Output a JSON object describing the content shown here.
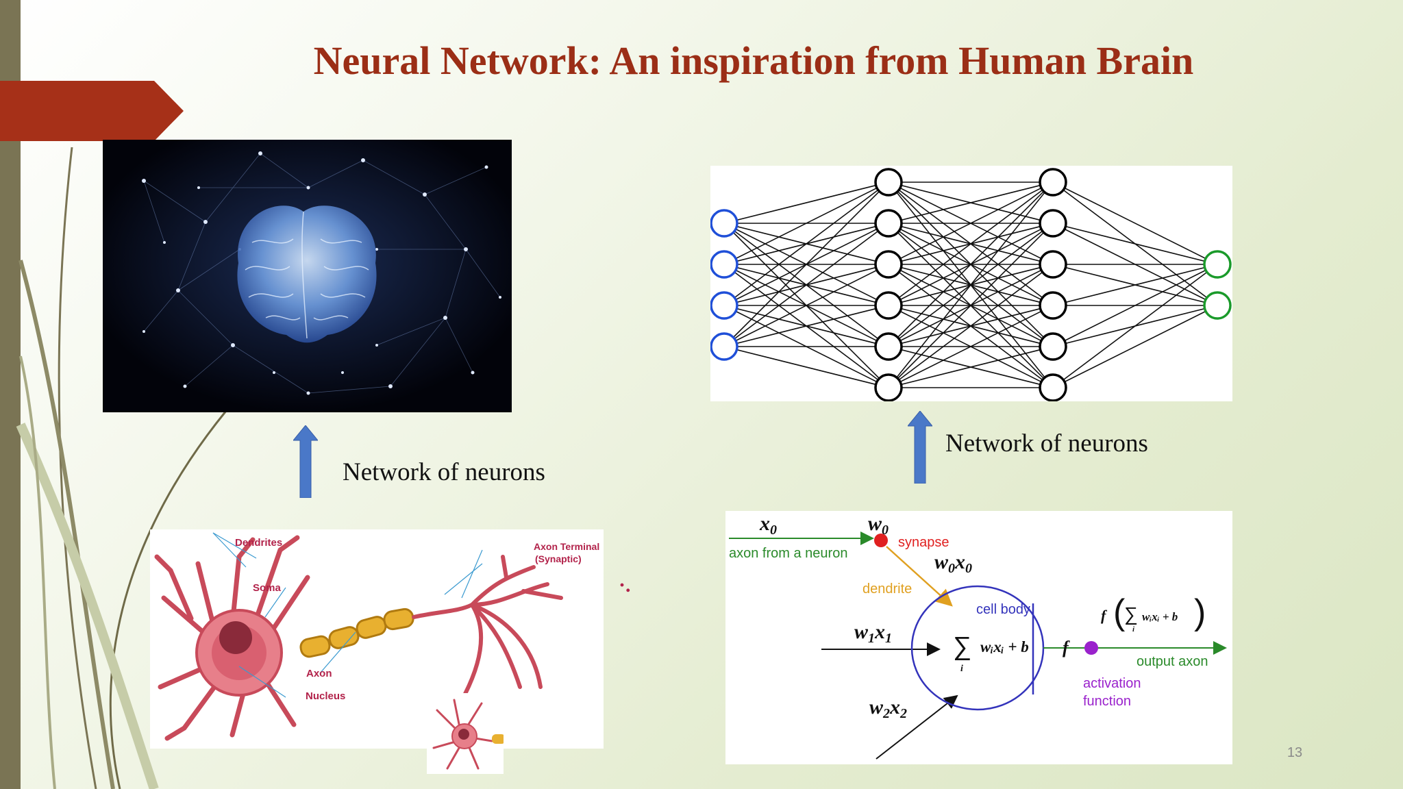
{
  "slide": {
    "title": "Neural Network: An inspiration from Human Brain",
    "page_number": "13",
    "stray_mark": "·.",
    "colors": {
      "title": "#9b2e16",
      "accent_tab": "#a63018",
      "arrow": "#4a78c8",
      "strip": "#7a7454"
    }
  },
  "left_column": {
    "caption": "Network of neurons",
    "brain_image": {
      "icon": "brain-network-illustration"
    },
    "neuron_diagram": {
      "labels": {
        "dendrites": "Dendrites",
        "soma": "Soma",
        "nucleus": "Nucleus",
        "axon": "Axon",
        "axon_terminal_line1": "Axon Terminal",
        "axon_terminal_line2": "(Synaptic)"
      }
    }
  },
  "right_column": {
    "caption": "Network of neurons",
    "network_diagram": {
      "layers": [
        {
          "role": "input",
          "nodes": 4,
          "color": "#1f4fd8"
        },
        {
          "role": "hidden",
          "nodes": 6,
          "color": "#000000"
        },
        {
          "role": "hidden",
          "nodes": 6,
          "color": "#000000"
        },
        {
          "role": "output",
          "nodes": 2,
          "color": "#1a9a2a"
        }
      ]
    },
    "perceptron_diagram": {
      "x0": "x",
      "x0_sub": "0",
      "w0": "w",
      "w0_sub": "0",
      "synapse": "synapse",
      "axon_from_neuron": "axon from a neuron",
      "w0x0_w": "w",
      "w0x0_x": "x",
      "w0x0_sub1": "0",
      "w0x0_sub2": "0",
      "dendrite": "dendrite",
      "cell_body": "cell body",
      "w1x1_w": "w",
      "w1x1_x": "x",
      "w1x1_sub": "1",
      "w2x2_w": "w",
      "w2x2_x": "x",
      "w2x2_sub": "2",
      "sum_expr": "wᵢxᵢ + b",
      "f": "f",
      "f_expr": "wᵢxᵢ + b",
      "output_axon": "output axon",
      "activation": "activation",
      "function": "function",
      "sum_index": "i",
      "colors": {
        "green": "#2a8a2a",
        "orange": "#e0a020",
        "red": "#e02020",
        "blue": "#3333bb",
        "purple": "#9a22cc"
      }
    }
  }
}
